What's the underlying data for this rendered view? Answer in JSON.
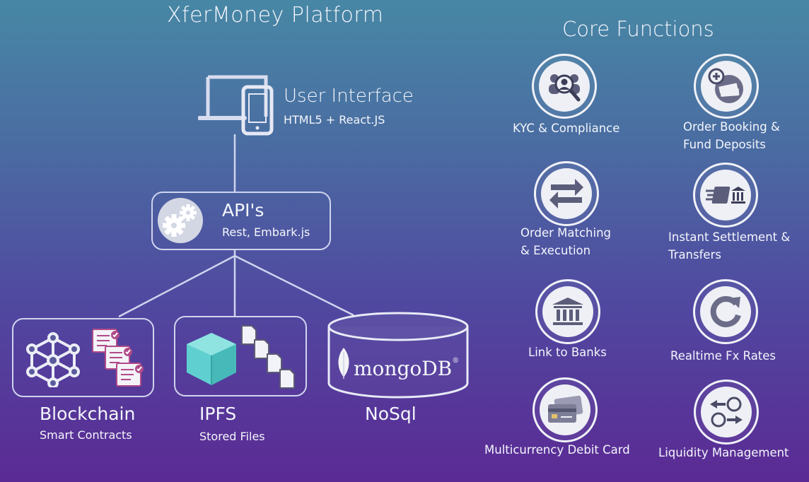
{
  "header": {
    "platform_title": "XferMoney Platform",
    "core_title": "Core Functions"
  },
  "architecture": {
    "ui": {
      "title": "User Interface",
      "subtitle": "HTML5 + React.JS",
      "icon": "devices-icon"
    },
    "api": {
      "title": "API's",
      "subtitle": "Rest, Embark.js",
      "icon": "gears-icon"
    },
    "blockchain": {
      "title": "Blockchain",
      "subtitle": "Smart Contracts",
      "icon": "network-icon"
    },
    "ipfs": {
      "title": "IPFS",
      "subtitle": "Stored Files",
      "icon": "cube-files-icon"
    },
    "nosql": {
      "title": "NoSql",
      "logo_text": "mongoDB",
      "logo_mark": "®",
      "icon": "database-icon"
    }
  },
  "core_functions": {
    "kyc": {
      "line1": "KYC & Compliance",
      "icon": "kyc-search-icon"
    },
    "order_booking": {
      "line1": "Order Booking &",
      "line2": "Fund Deposits",
      "icon": "money-add-icon"
    },
    "order_matching": {
      "line1": "Order Matching",
      "line2": "& Execution",
      "icon": "exchange-arrows-icon"
    },
    "instant_settlement": {
      "line1": "Instant Settlement &",
      "line2": "Transfers",
      "icon": "fast-transfer-icon"
    },
    "link_banks": {
      "line1": "Link to Banks",
      "icon": "bank-icon"
    },
    "fx_rates": {
      "line1": "Realtime Fx Rates",
      "icon": "refresh-icon"
    },
    "debit_card": {
      "line1": "Multicurrency Debit Card",
      "icon": "cards-icon"
    },
    "liquidity": {
      "line1": "Liquidity Management",
      "icon": "coin-swap-icon"
    }
  },
  "colors": {
    "background_top": "#4787a5",
    "background_bottom": "#5b2a94",
    "box_border": "#cfd4ee",
    "cube": "#5fd0cf"
  }
}
